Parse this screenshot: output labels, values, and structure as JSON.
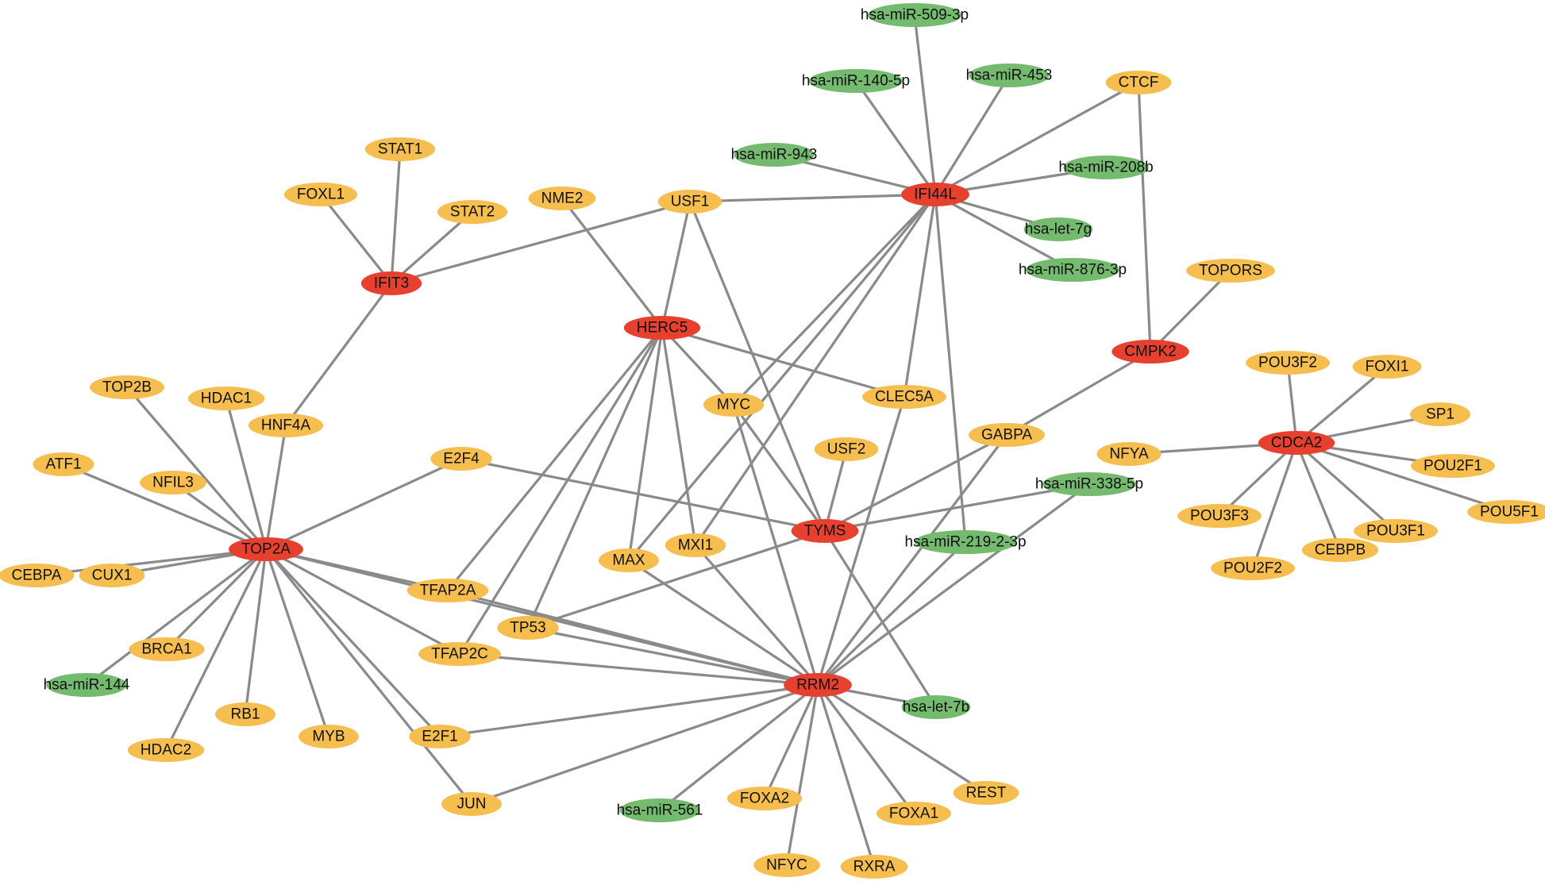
{
  "colors": {
    "hub": "#e8402f",
    "tf": "#f6bd4f",
    "mirna": "#74bb6f",
    "edge": "#8a8a8a"
  },
  "nodes": [
    {
      "id": "IFI44L",
      "label": "IFI44L",
      "type": "hub"
    },
    {
      "id": "HERC5",
      "label": "HERC5",
      "type": "hub"
    },
    {
      "id": "IFIT3",
      "label": "IFIT3",
      "type": "hub"
    },
    {
      "id": "CMPK2",
      "label": "CMPK2",
      "type": "hub"
    },
    {
      "id": "CDCA2",
      "label": "CDCA2",
      "type": "hub"
    },
    {
      "id": "TOP2A",
      "label": "TOP2A",
      "type": "hub"
    },
    {
      "id": "TYMS",
      "label": "TYMS",
      "type": "hub"
    },
    {
      "id": "RRM2",
      "label": "RRM2",
      "type": "hub"
    },
    {
      "id": "miR509",
      "label": "hsa-miR-509-3p",
      "type": "mirna"
    },
    {
      "id": "miR140",
      "label": "hsa-miR-140-5p",
      "type": "mirna"
    },
    {
      "id": "miR453",
      "label": "hsa-miR-453",
      "type": "mirna"
    },
    {
      "id": "miR943",
      "label": "hsa-miR-943",
      "type": "mirna"
    },
    {
      "id": "miR208b",
      "label": "hsa-miR-208b",
      "type": "mirna"
    },
    {
      "id": "let7g",
      "label": "hsa-let-7g",
      "type": "mirna"
    },
    {
      "id": "miR876",
      "label": "hsa-miR-876-3p",
      "type": "mirna"
    },
    {
      "id": "miR338",
      "label": "hsa-miR-338-5p",
      "type": "mirna"
    },
    {
      "id": "miR219",
      "label": "hsa-miR-219-2-3p",
      "type": "mirna"
    },
    {
      "id": "let7b",
      "label": "hsa-let-7b",
      "type": "mirna"
    },
    {
      "id": "miR561",
      "label": "hsa-miR-561",
      "type": "mirna"
    },
    {
      "id": "miR144",
      "label": "hsa-miR-144",
      "type": "mirna"
    },
    {
      "id": "CTCF",
      "label": "CTCF",
      "type": "tf"
    },
    {
      "id": "STAT1",
      "label": "STAT1",
      "type": "tf"
    },
    {
      "id": "FOXL1",
      "label": "FOXL1",
      "type": "tf"
    },
    {
      "id": "STAT2",
      "label": "STAT2",
      "type": "tf"
    },
    {
      "id": "NME2",
      "label": "NME2",
      "type": "tf"
    },
    {
      "id": "USF1",
      "label": "USF1",
      "type": "tf"
    },
    {
      "id": "TOPORS",
      "label": "TOPORS",
      "type": "tf"
    },
    {
      "id": "POU3F2",
      "label": "POU3F2",
      "type": "tf"
    },
    {
      "id": "FOXI1",
      "label": "FOXI1",
      "type": "tf"
    },
    {
      "id": "SP1",
      "label": "SP1",
      "type": "tf"
    },
    {
      "id": "NFYA",
      "label": "NFYA",
      "type": "tf"
    },
    {
      "id": "POU2F1",
      "label": "POU2F1",
      "type": "tf"
    },
    {
      "id": "POU5F1",
      "label": "POU5F1",
      "type": "tf"
    },
    {
      "id": "POU3F3",
      "label": "POU3F3",
      "type": "tf"
    },
    {
      "id": "POU3F1",
      "label": "POU3F1",
      "type": "tf"
    },
    {
      "id": "CEBPB",
      "label": "CEBPB",
      "type": "tf"
    },
    {
      "id": "POU2F2",
      "label": "POU2F2",
      "type": "tf"
    },
    {
      "id": "TOP2B",
      "label": "TOP2B",
      "type": "tf"
    },
    {
      "id": "HDAC1",
      "label": "HDAC1",
      "type": "tf"
    },
    {
      "id": "HNF4A",
      "label": "HNF4A",
      "type": "tf"
    },
    {
      "id": "MYC",
      "label": "MYC",
      "type": "tf"
    },
    {
      "id": "CLEC5A",
      "label": "CLEC5A",
      "type": "tf"
    },
    {
      "id": "GABPA",
      "label": "GABPA",
      "type": "tf"
    },
    {
      "id": "ATF1",
      "label": "ATF1",
      "type": "tf"
    },
    {
      "id": "NFIL3",
      "label": "NFIL3",
      "type": "tf"
    },
    {
      "id": "E2F4",
      "label": "E2F4",
      "type": "tf"
    },
    {
      "id": "USF2",
      "label": "USF2",
      "type": "tf"
    },
    {
      "id": "CEBPA",
      "label": "CEBPA",
      "type": "tf"
    },
    {
      "id": "CUX1",
      "label": "CUX1",
      "type": "tf"
    },
    {
      "id": "MAX",
      "label": "MAX",
      "type": "tf"
    },
    {
      "id": "MXI1",
      "label": "MXI1",
      "type": "tf"
    },
    {
      "id": "TFAP2A",
      "label": "TFAP2A",
      "type": "tf"
    },
    {
      "id": "TP53",
      "label": "TP53",
      "type": "tf"
    },
    {
      "id": "BRCA1",
      "label": "BRCA1",
      "type": "tf"
    },
    {
      "id": "TFAP2C",
      "label": "TFAP2C",
      "type": "tf"
    },
    {
      "id": "RB1",
      "label": "RB1",
      "type": "tf"
    },
    {
      "id": "MYB",
      "label": "MYB",
      "type": "tf"
    },
    {
      "id": "HDAC2",
      "label": "HDAC2",
      "type": "tf"
    },
    {
      "id": "E2F1",
      "label": "E2F1",
      "type": "tf"
    },
    {
      "id": "JUN",
      "label": "JUN",
      "type": "tf"
    },
    {
      "id": "FOXA2",
      "label": "FOXA2",
      "type": "tf"
    },
    {
      "id": "FOXA1",
      "label": "FOXA1",
      "type": "tf"
    },
    {
      "id": "REST",
      "label": "REST",
      "type": "tf"
    },
    {
      "id": "NFYC",
      "label": "NFYC",
      "type": "tf"
    },
    {
      "id": "RXRA",
      "label": "RXRA",
      "type": "tf"
    }
  ],
  "edges": [
    [
      "IFI44L",
      "miR509"
    ],
    [
      "IFI44L",
      "miR140"
    ],
    [
      "IFI44L",
      "miR453"
    ],
    [
      "IFI44L",
      "CTCF"
    ],
    [
      "IFI44L",
      "miR943"
    ],
    [
      "IFI44L",
      "miR208b"
    ],
    [
      "IFI44L",
      "let7g"
    ],
    [
      "IFI44L",
      "miR876"
    ],
    [
      "IFI44L",
      "USF1"
    ],
    [
      "IFI44L",
      "MYC"
    ],
    [
      "IFI44L",
      "MAX"
    ],
    [
      "IFI44L",
      "MXI1"
    ],
    [
      "IFI44L",
      "CLEC5A"
    ],
    [
      "IFI44L",
      "miR219"
    ],
    [
      "CTCF",
      "CMPK2"
    ],
    [
      "TOPORS",
      "CMPK2"
    ],
    [
      "CMPK2",
      "GABPA"
    ],
    [
      "IFIT3",
      "STAT1"
    ],
    [
      "IFIT3",
      "FOXL1"
    ],
    [
      "IFIT3",
      "STAT2"
    ],
    [
      "IFIT3",
      "USF1"
    ],
    [
      "IFIT3",
      "HNF4A"
    ],
    [
      "HERC5",
      "NME2"
    ],
    [
      "HERC5",
      "USF1"
    ],
    [
      "HERC5",
      "MYC"
    ],
    [
      "HERC5",
      "CLEC5A"
    ],
    [
      "HERC5",
      "MAX"
    ],
    [
      "HERC5",
      "MXI1"
    ],
    [
      "HERC5",
      "TFAP2A"
    ],
    [
      "HERC5",
      "TFAP2C"
    ],
    [
      "HERC5",
      "TP53"
    ],
    [
      "USF1",
      "TYMS"
    ],
    [
      "CDCA2",
      "NFYA"
    ],
    [
      "CDCA2",
      "POU3F2"
    ],
    [
      "CDCA2",
      "FOXI1"
    ],
    [
      "CDCA2",
      "SP1"
    ],
    [
      "CDCA2",
      "POU2F1"
    ],
    [
      "CDCA2",
      "POU5F1"
    ],
    [
      "CDCA2",
      "POU3F1"
    ],
    [
      "CDCA2",
      "CEBPB"
    ],
    [
      "CDCA2",
      "POU2F2"
    ],
    [
      "CDCA2",
      "POU3F3"
    ],
    [
      "TOP2A",
      "TOP2B"
    ],
    [
      "TOP2A",
      "HDAC1"
    ],
    [
      "TOP2A",
      "HNF4A"
    ],
    [
      "TOP2A",
      "ATF1"
    ],
    [
      "TOP2A",
      "NFIL3"
    ],
    [
      "TOP2A",
      "E2F4"
    ],
    [
      "TOP2A",
      "CEBPA"
    ],
    [
      "TOP2A",
      "CUX1"
    ],
    [
      "TOP2A",
      "BRCA1"
    ],
    [
      "TOP2A",
      "miR144"
    ],
    [
      "TOP2A",
      "HDAC2"
    ],
    [
      "TOP2A",
      "RB1"
    ],
    [
      "TOP2A",
      "MYB"
    ],
    [
      "TOP2A",
      "E2F1"
    ],
    [
      "TOP2A",
      "JUN"
    ],
    [
      "TOP2A",
      "TFAP2A"
    ],
    [
      "TOP2A",
      "TFAP2C"
    ],
    [
      "TOP2A",
      "RRM2"
    ],
    [
      "TYMS",
      "E2F4"
    ],
    [
      "TYMS",
      "USF2"
    ],
    [
      "TYMS",
      "GABPA"
    ],
    [
      "TYMS",
      "miR338"
    ],
    [
      "TYMS",
      "TP53"
    ],
    [
      "TYMS",
      "MYC"
    ],
    [
      "TYMS",
      "let7b"
    ],
    [
      "RRM2",
      "MYC"
    ],
    [
      "RRM2",
      "MAX"
    ],
    [
      "RRM2",
      "MXI1"
    ],
    [
      "RRM2",
      "CLEC5A"
    ],
    [
      "RRM2",
      "GABPA"
    ],
    [
      "RRM2",
      "miR338"
    ],
    [
      "RRM2",
      "miR219"
    ],
    [
      "RRM2",
      "TFAP2A"
    ],
    [
      "RRM2",
      "TP53"
    ],
    [
      "RRM2",
      "TFAP2C"
    ],
    [
      "RRM2",
      "E2F1"
    ],
    [
      "RRM2",
      "JUN"
    ],
    [
      "RRM2",
      "let7b"
    ],
    [
      "RRM2",
      "REST"
    ],
    [
      "RRM2",
      "FOXA1"
    ],
    [
      "RRM2",
      "RXRA"
    ],
    [
      "RRM2",
      "NFYC"
    ],
    [
      "RRM2",
      "FOXA2"
    ],
    [
      "RRM2",
      "miR561"
    ]
  ]
}
